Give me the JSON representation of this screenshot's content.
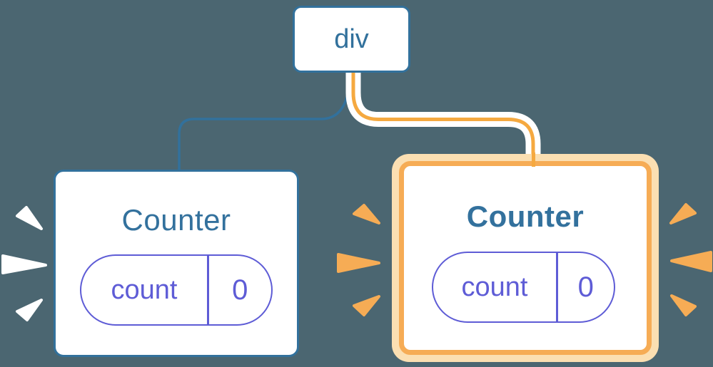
{
  "tree": {
    "root": {
      "label": "div"
    },
    "children": [
      {
        "title": "Counter",
        "state_key": "count",
        "state_value": "0",
        "highlighted": false
      },
      {
        "title": "Counter",
        "state_key": "count",
        "state_value": "0",
        "highlighted": true
      }
    ]
  },
  "colors": {
    "background": "#4B6671",
    "node_blue": "#32719C",
    "title_blue": "#33719D",
    "state_purple": "#5E5CD6",
    "highlight_orange": "#F5A940",
    "highlight_border_orange": "#F6AC55",
    "highlight_peach": "#FBDFB2",
    "spark_white": "#FFFFFF"
  }
}
